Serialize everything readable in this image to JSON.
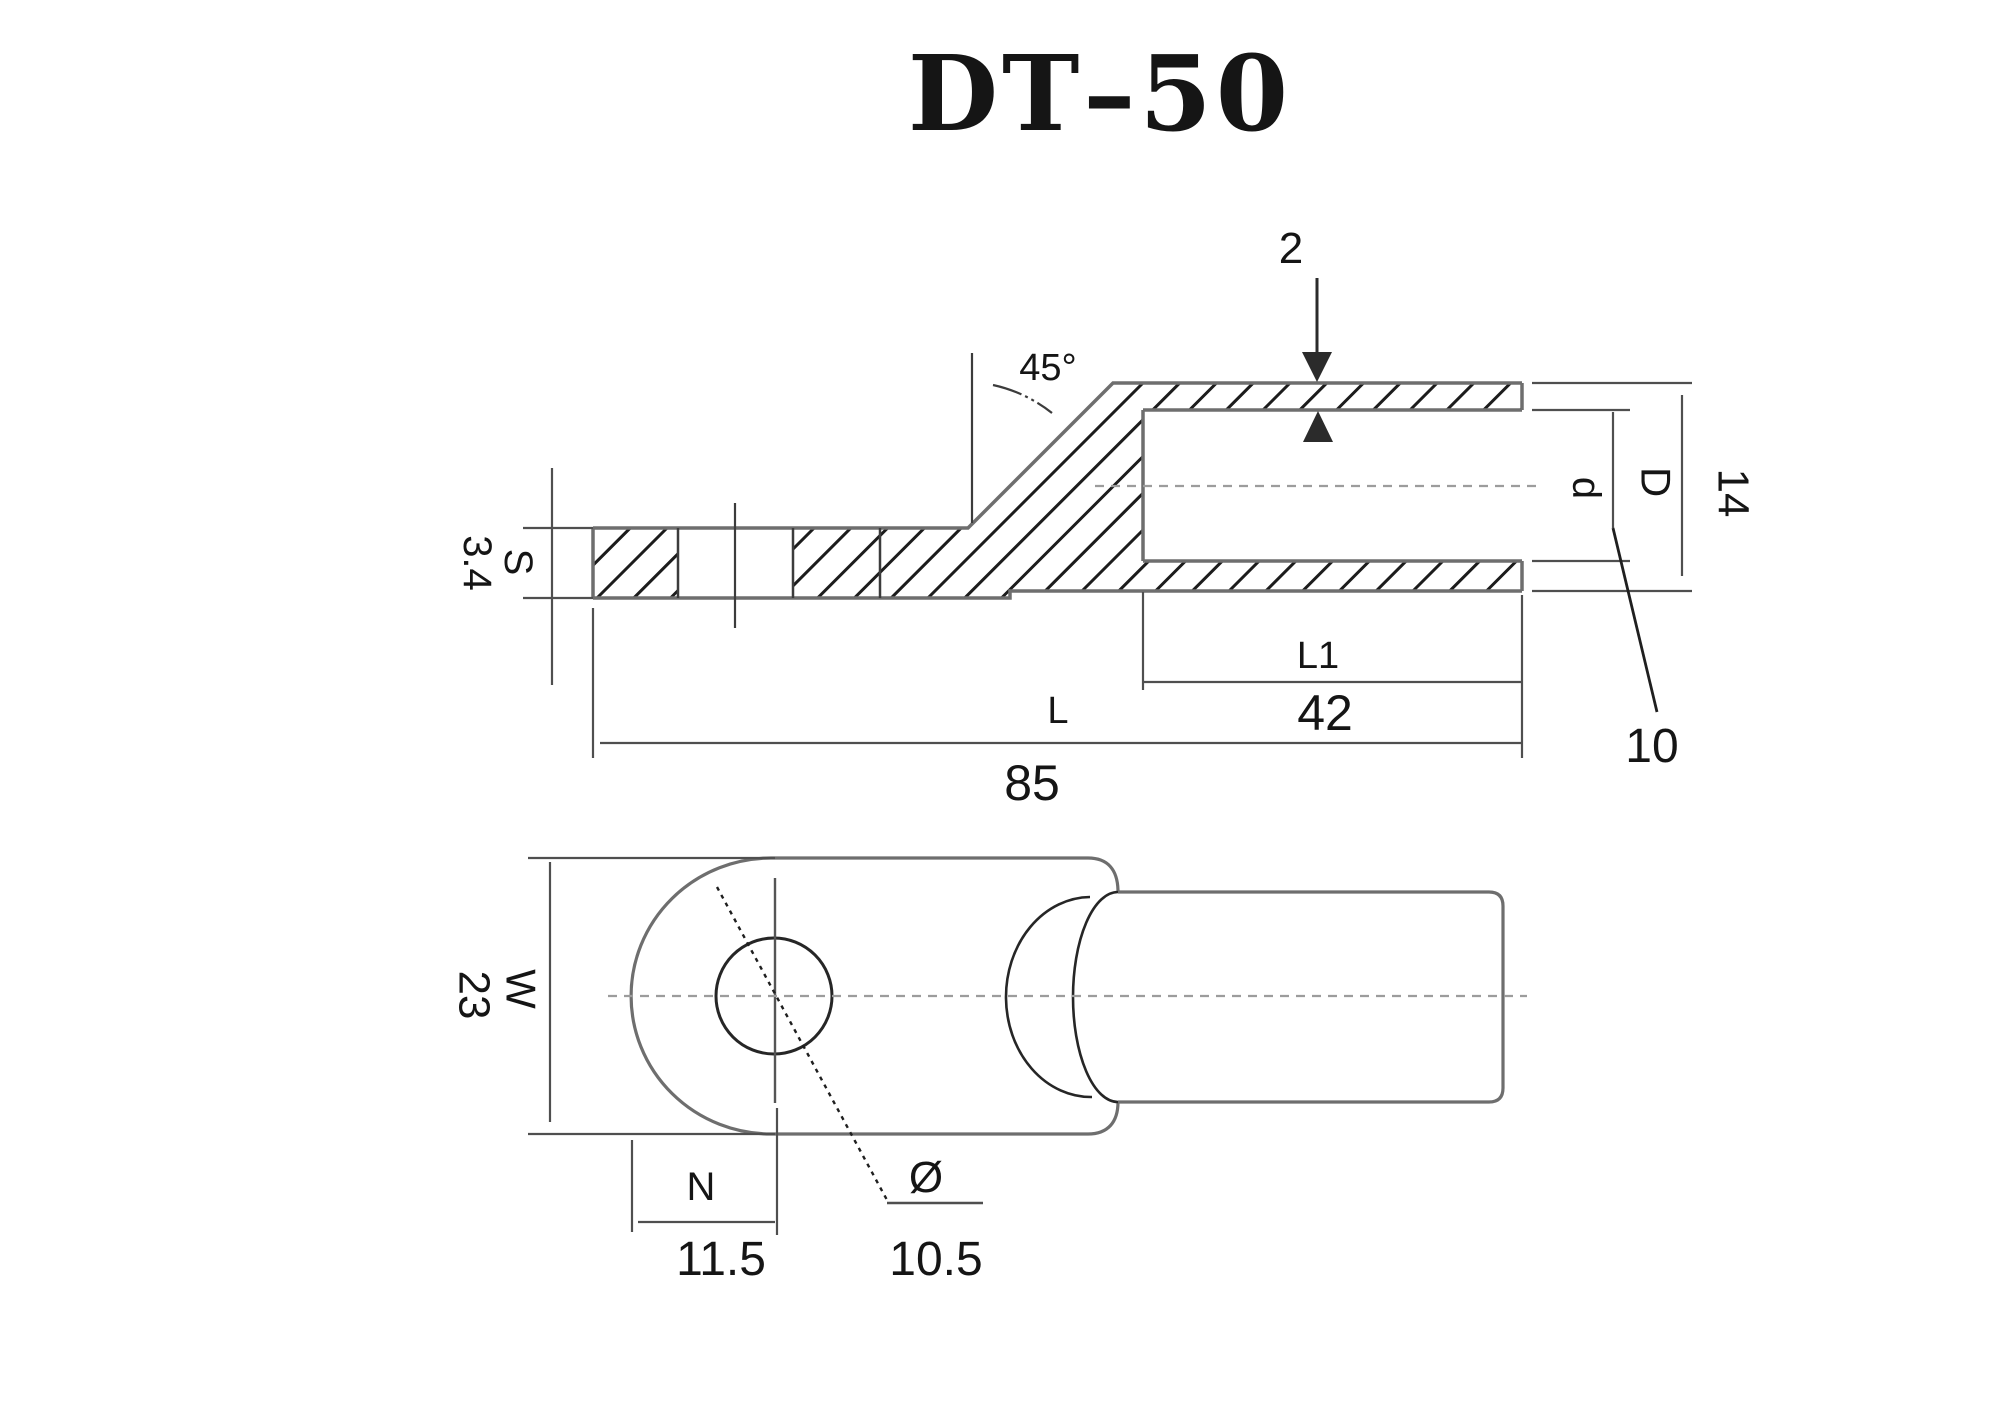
{
  "title": "DT–50",
  "colors": {
    "background": "#ffffff",
    "outline": "#6e6e6e",
    "hatch": "#1c1c1c",
    "dimension": "#4f4f4f",
    "centerline": "#9c9c9c",
    "arrow": "#2b2b2b",
    "text": "#151515"
  },
  "side_view": {
    "angle": "45°",
    "wall_thickness": "2",
    "thickness_symbol": "S",
    "thickness_value": "3.4",
    "bore_length_symbol": "L1",
    "bore_length_value": "42",
    "length_symbol": "L",
    "length_value": "85",
    "inner_dia_symbol": "d",
    "inner_dia_value": "10",
    "outer_dia_symbol": "D",
    "outer_dia_value": "14"
  },
  "top_view": {
    "width_symbol": "W",
    "width_value": "23",
    "edge_to_hole_symbol": "N",
    "edge_to_hole_value": "11.5",
    "hole_dia_symbol": "Ø",
    "hole_dia_value": "10.5"
  }
}
